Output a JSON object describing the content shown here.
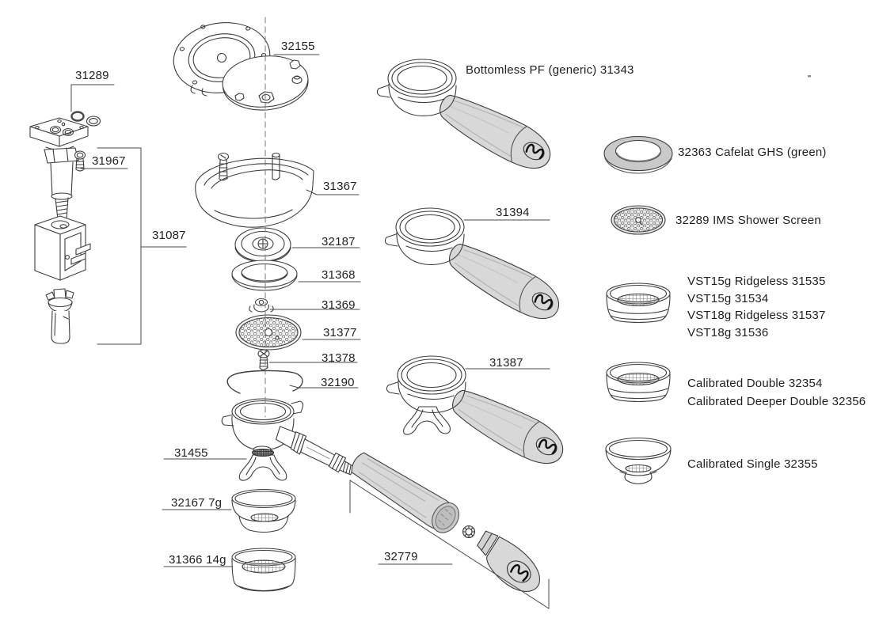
{
  "diagram": {
    "labels": {
      "orings": "31289",
      "mount_screw": "31967",
      "solenoid_assembly": "31087",
      "group_head": "32155",
      "shroud": "31367",
      "dispersion_disc": "32187",
      "group_gasket": "31368",
      "screen_nut": "31369",
      "shower_screen": "31377",
      "screen_screw": "31378",
      "retaining_clip": "32190",
      "double_spout": "31455",
      "basket_7g": "32167 7g",
      "basket_14g": "31366 14g",
      "bottomless_pf": "Bottomless PF (generic) 31343",
      "pf_31394": "31394",
      "pf_31387": "31387",
      "handle_kit": "32779",
      "cafelat_gasket": "32363 Cafelat GHS (green)",
      "ims_screen": "32289 IMS Shower Screen",
      "vst": [
        "VST15g Ridgeless 31535",
        "VST15g 31534",
        "VST18g Ridgeless 31537",
        "VST18g 31536"
      ],
      "calibrated": [
        "Calibrated Double 32354",
        "Calibrated Deeper Double 32356"
      ],
      "calibrated_single": "Calibrated Single 32355"
    }
  }
}
